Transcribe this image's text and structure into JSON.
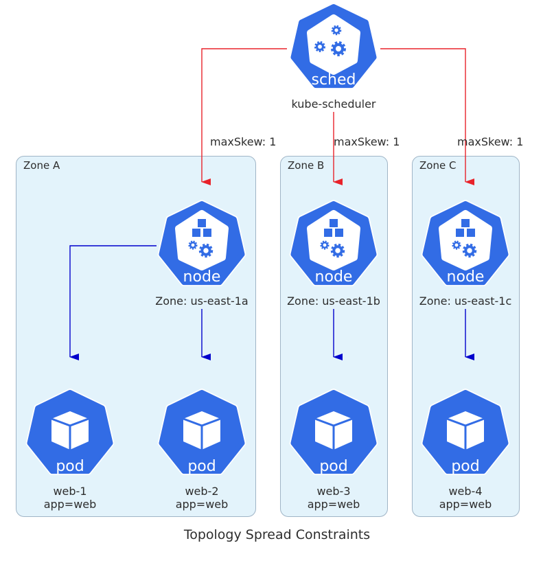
{
  "title": "Topology Spread Constraints",
  "scheduler": {
    "icon_text": "sched",
    "label": "kube-scheduler"
  },
  "edge_labels": [
    "maxSkew: 1",
    "maxSkew: 1",
    "maxSkew: 1"
  ],
  "zones": [
    {
      "label": "Zone A"
    },
    {
      "label": "Zone B"
    },
    {
      "label": "Zone C"
    }
  ],
  "nodes": [
    {
      "icon_text": "node",
      "label": "Zone: us-east-1a"
    },
    {
      "icon_text": "node",
      "label": "Zone: us-east-1b"
    },
    {
      "icon_text": "node",
      "label": "Zone: us-east-1c"
    }
  ],
  "pods": [
    {
      "icon_text": "pod",
      "name": "web-1",
      "selector": "app=web"
    },
    {
      "icon_text": "pod",
      "name": "web-2",
      "selector": "app=web"
    },
    {
      "icon_text": "pod",
      "name": "web-3",
      "selector": "app=web"
    },
    {
      "icon_text": "pod",
      "name": "web-4",
      "selector": "app=web"
    }
  ],
  "colors": {
    "k8s_blue": "#326ce5",
    "zone_fill": "#e3f3fb",
    "scheduler_edge": "#e8222a",
    "pod_edge": "#0000cc"
  }
}
